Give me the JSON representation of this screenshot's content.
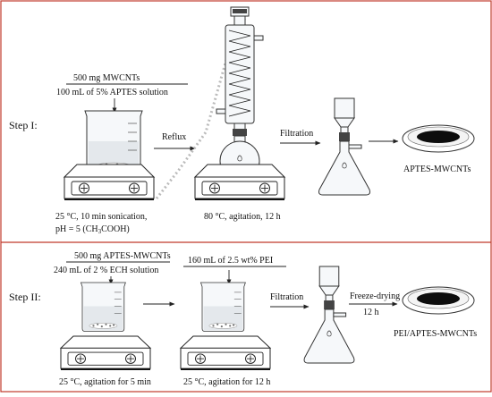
{
  "colors": {
    "frame": "#c0392b",
    "divider": "#c0392b",
    "ink": "#111111",
    "product": "#0d0d0d"
  },
  "step1": {
    "label": "Step I:",
    "reagent_top": "500 mg MWCNTs",
    "reagent_bottom": "100 mL of 5% APTES solution",
    "condition_1": "25 °C, 10 min sonication,",
    "condition_2_prefix": "pH = 5 (CH",
    "condition_2_sub": "3",
    "condition_2_suffix": "COOH)",
    "arrow_reflux": "Reflux",
    "reflux_condition": "80 °C, agitation, 12 h",
    "arrow_filtration": "Filtration",
    "product": "APTES-MWCNTs"
  },
  "step2": {
    "label": "Step II:",
    "reagent_top": "500 mg APTES-MWCNTs",
    "reagent_bottom": "240 mL of 2 % ECH solution",
    "condition_1": "25 °C, agitation for 5 min",
    "reagent_2": "160 mL of 2.5 wt% PEI",
    "condition_2": "25 °C, agitation for 12 h",
    "arrow_filtration": "Filtration",
    "arrow_drying": "Freeze-drying",
    "drying_time": "12 h",
    "product": "PEI/APTES-MWCNTs"
  }
}
